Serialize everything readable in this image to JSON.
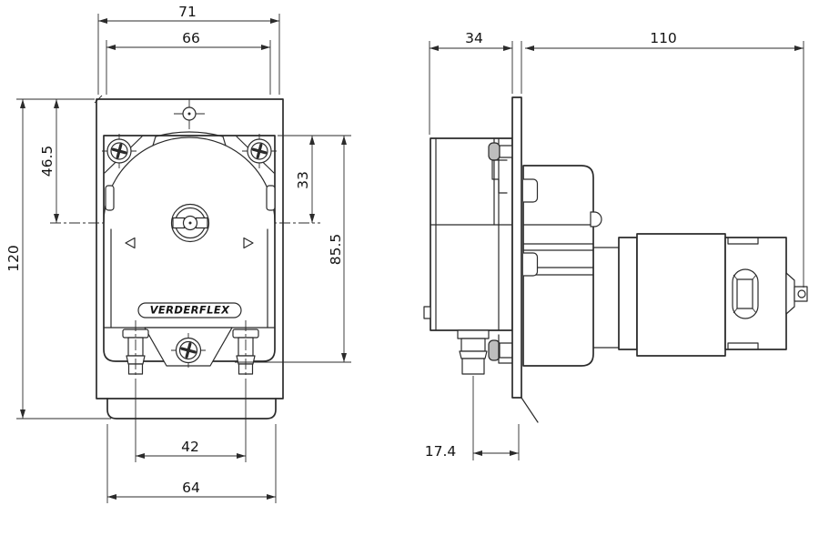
{
  "drawing": {
    "brand_label": "VERDERFLEX",
    "front_view": {
      "dims": {
        "width_outer": "71",
        "width_inner": "66",
        "top_to_center": "46.5",
        "height_total": "120",
        "head_top_to_center": "33",
        "head_top_to_ports": "85.5",
        "port_spacing": "42",
        "base_width": "64"
      }
    },
    "side_view": {
      "dims": {
        "head_depth": "34",
        "body_length": "110",
        "port_to_plate": "17.4"
      }
    }
  }
}
